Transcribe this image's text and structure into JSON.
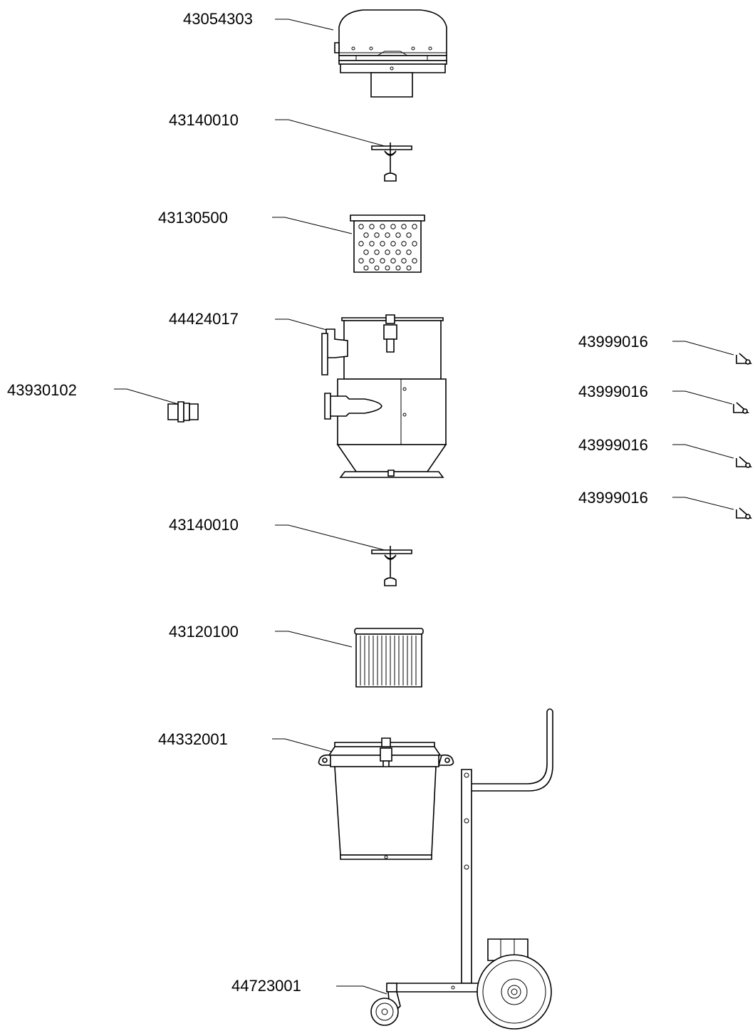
{
  "parts": {
    "hood_label": "43054303",
    "filter_holder_upper_label": "43140010",
    "filter_basket_label": "43130500",
    "motor_housing_label": "44424017",
    "inlet_coupling_label": "43930102",
    "clip_1_label": "43999016",
    "clip_2_label": "43999016",
    "clip_3_label": "43999016",
    "clip_4_label": "43999016",
    "filter_holder_lower_label": "43140010",
    "cartridge_filter_label": "43120100",
    "container_label": "44332001",
    "trolley_label": "44723001"
  }
}
